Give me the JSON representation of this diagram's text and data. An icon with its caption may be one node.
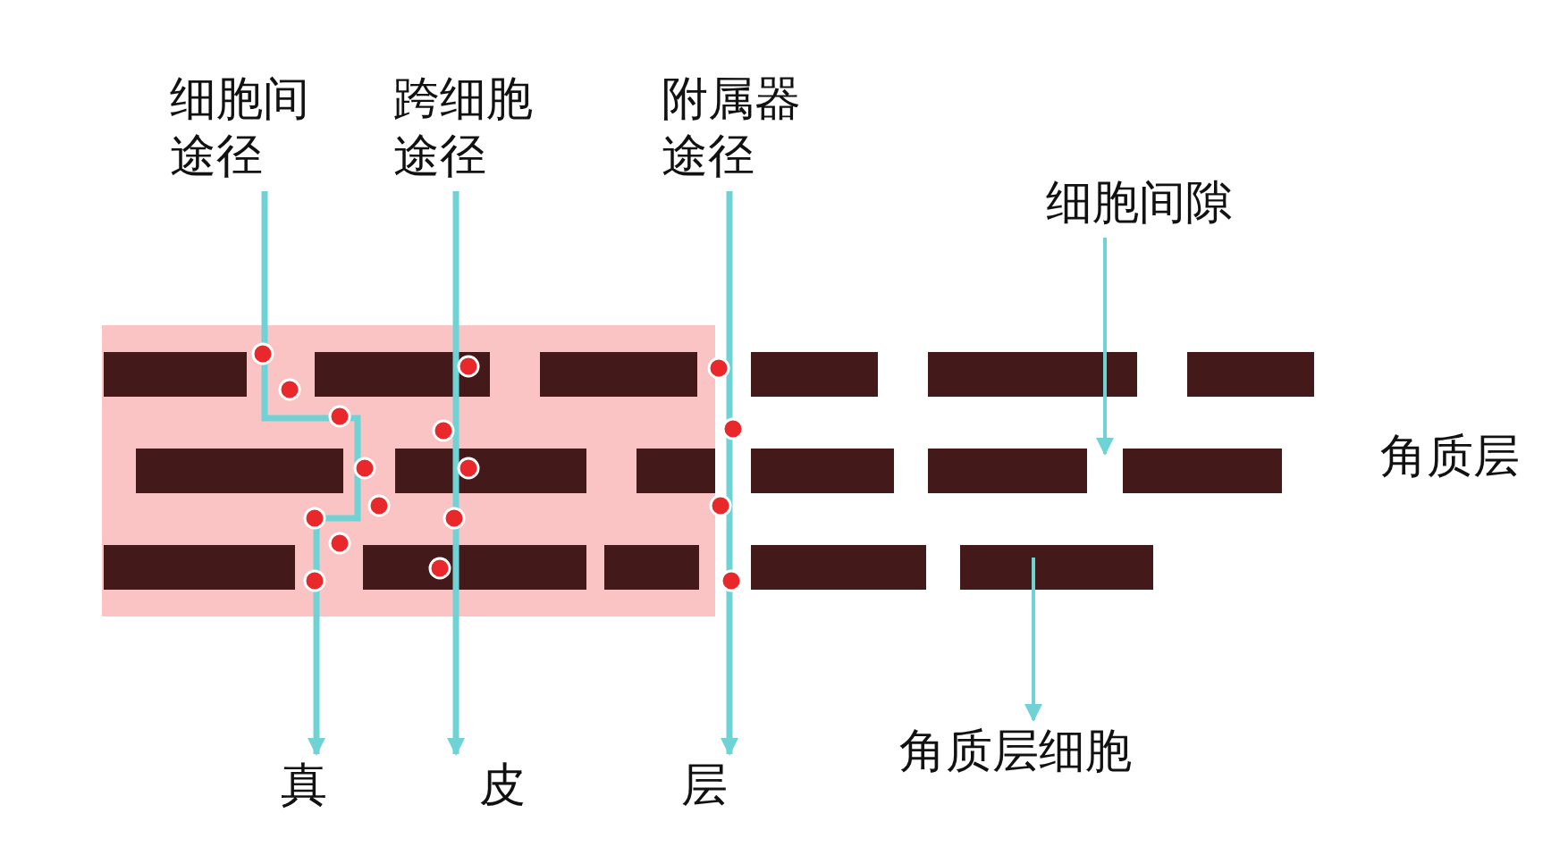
{
  "diagram": {
    "nodes": [
      {
        "text": [
          "细胞间途径"
        ]
      },
      {
        "text": [
          "跨细胞途径"
        ]
      },
      {
        "text": [
          "附属器途径"
        ]
      },
      {
        "text": [
          "细胞间隙"
        ]
      },
      {
        "text": [
          "角质层细胞"
        ]
      },
      {
        "text": [
          "真"
        ]
      },
      {
        "text": [
          "皮"
        ]
      },
      {
        "text": [
          "层"
        ]
      }
    ],
    "edges": [
      {
        "from": 0,
        "to": 5,
        "arrow": "to"
      },
      {
        "from": 1,
        "to": 6,
        "arrow": "to"
      },
      {
        "from": 2,
        "to": 7,
        "arrow": "to"
      },
      {
        "from": 3,
        "to": null,
        "arrow": "to"
      },
      {
        "from": null,
        "to": 4,
        "arrow": "to"
      }
    ],
    "labels": [
      "角质层"
    ]
  }
}
